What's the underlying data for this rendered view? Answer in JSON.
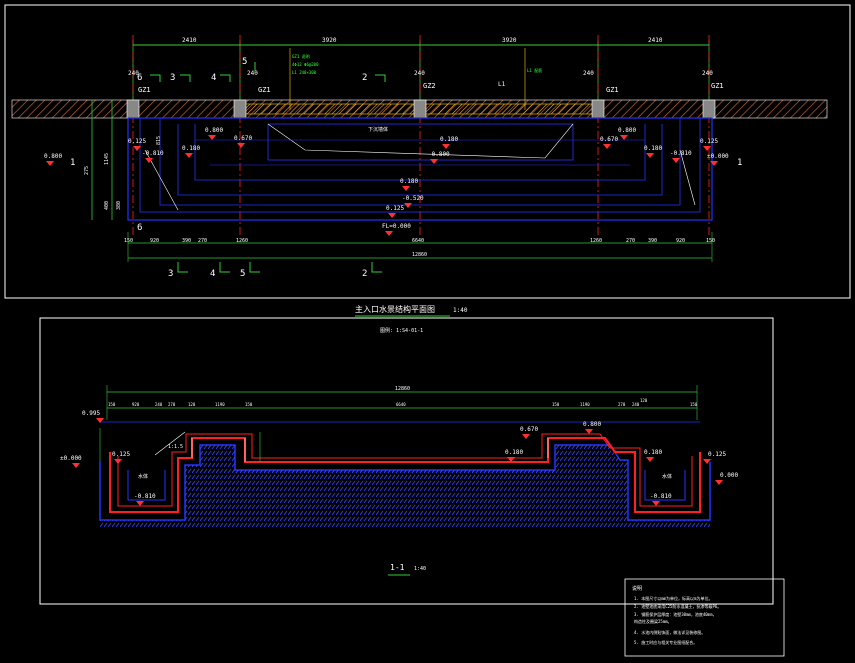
{
  "plan": {
    "top_dims": [
      "2410",
      "3920",
      "3920",
      "2410"
    ],
    "axis_labels": [
      "240",
      "240",
      "240",
      "240",
      "240"
    ],
    "gz_labels": [
      "GZ1",
      "GZ1",
      "GZ2",
      "GZ1",
      "GZ1"
    ],
    "section_marks": [
      "6",
      "3",
      "4",
      "5",
      "2"
    ],
    "l1_label": "L1",
    "center_note": "下沉墙体",
    "elevations": [
      "0.125",
      "-0.810",
      "0.180",
      "0.800",
      "0.670",
      "0.180",
      "-0.800",
      "0.670",
      "0.800",
      "0.180",
      "-0.810",
      "0.125",
      "0.180",
      "-0.520",
      "0.125",
      "FL=0.000"
    ],
    "left_elev": "0.800",
    "right_elev": "±0.000",
    "left_dims": [
      "275",
      "1145",
      "400",
      "380",
      "815"
    ],
    "bottom_dims": [
      "150",
      "920",
      "390",
      "270",
      "1260",
      "6640",
      "1260",
      "270",
      "390",
      "920",
      "150"
    ],
    "total_dim": "12860",
    "bottom_marks": [
      "3",
      "4",
      "5",
      "2"
    ],
    "side_marks": [
      "1",
      "1",
      "6"
    ]
  },
  "title": {
    "main": "主入口水景结构平面图",
    "scale": "1:40",
    "sub": "图例: 1:S4-01-1"
  },
  "section": {
    "total_dim": "12860",
    "dims": [
      "150",
      "920",
      "240",
      "270",
      "120",
      "1190",
      "150",
      "6640",
      "150",
      "1190",
      "270",
      "240",
      "120",
      "150"
    ],
    "elevations": [
      "0.995",
      "±0.000",
      "0.125",
      "-0.810",
      "0.670",
      "0.800",
      "0.180",
      "0.180",
      "0.125",
      "0.000",
      "-0.810"
    ],
    "slope_label": "1:1.5",
    "pool_labels": [
      "水体",
      "水体"
    ],
    "label": "1-1",
    "scale": "1:40"
  },
  "notes": {
    "heading": "说明",
    "lines": [
      "1. 本图尺寸以mm为单位，标高以m为单位。",
      "2. 池壁池底采用C25防水混凝土，抗渗等级P6。",
      "3. 钢筋保护层厚度：池壁30mm，池底40mm，",
      "   构造柱及圈梁25mm。",
      "4. 水池内侧贴饰面，做法详见装修图。",
      "5. 施工时应与相关专业图纸配合。"
    ]
  }
}
